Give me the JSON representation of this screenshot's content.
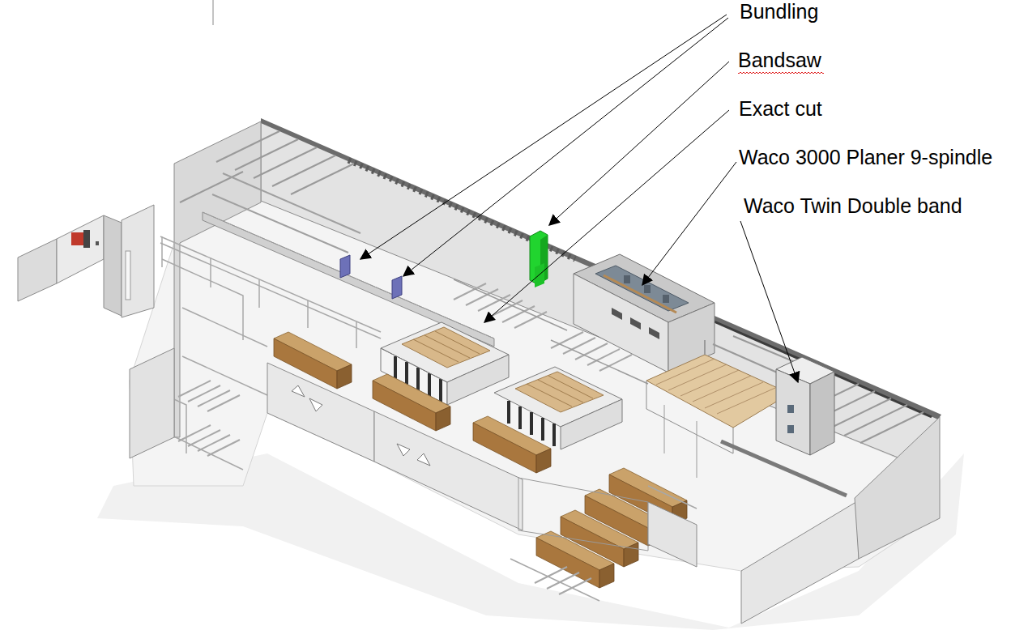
{
  "diagram": {
    "labels": [
      "Bundling",
      "Bandsaw",
      "Exact cut",
      "Waco 3000 Planer 9-spindle",
      "Waco Twin Double band"
    ]
  }
}
